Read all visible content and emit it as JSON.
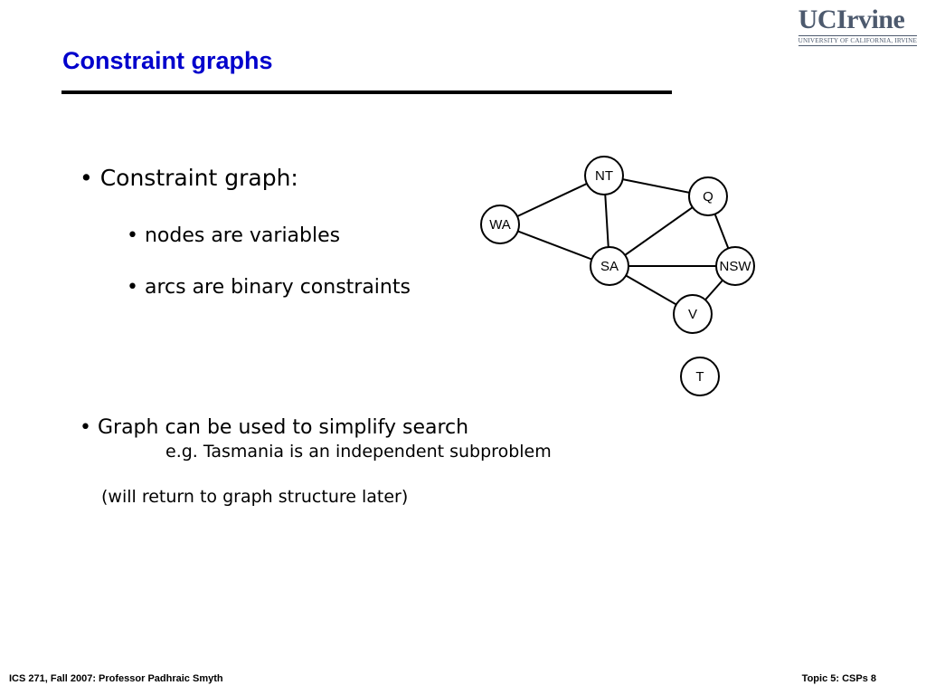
{
  "slide": {
    "title": "Constraint graphs",
    "logo": {
      "name": "UCIrvine",
      "subtitle": "UNIVERSITY OF CALIFORNIA, IRVINE"
    },
    "bullets": {
      "main": "• Constraint graph:",
      "sub1": "• nodes are variables",
      "sub2": "• arcs are binary constraints",
      "search": "• Graph can be used to simplify search",
      "search_example": "e.g. Tasmania is an independent subproblem",
      "note": "(will return to graph structure later)"
    },
    "graph": {
      "nodes": [
        {
          "id": "NT",
          "label": "NT"
        },
        {
          "id": "Q",
          "label": "Q"
        },
        {
          "id": "WA",
          "label": "WA"
        },
        {
          "id": "SA",
          "label": "SA"
        },
        {
          "id": "NSW",
          "label": "NSW"
        },
        {
          "id": "V",
          "label": "V"
        },
        {
          "id": "T",
          "label": "T"
        }
      ],
      "edges": [
        [
          "WA",
          "NT"
        ],
        [
          "WA",
          "SA"
        ],
        [
          "NT",
          "SA"
        ],
        [
          "NT",
          "Q"
        ],
        [
          "SA",
          "Q"
        ],
        [
          "SA",
          "NSW"
        ],
        [
          "SA",
          "V"
        ],
        [
          "Q",
          "NSW"
        ],
        [
          "NSW",
          "V"
        ]
      ]
    },
    "footer": {
      "left": "ICS 271, Fall 2007: Professor Padhraic Smyth",
      "right": "Topic 5: CSPs 8"
    },
    "colors": {
      "title": "#0000cc",
      "logo": "#4d5a6e"
    }
  }
}
